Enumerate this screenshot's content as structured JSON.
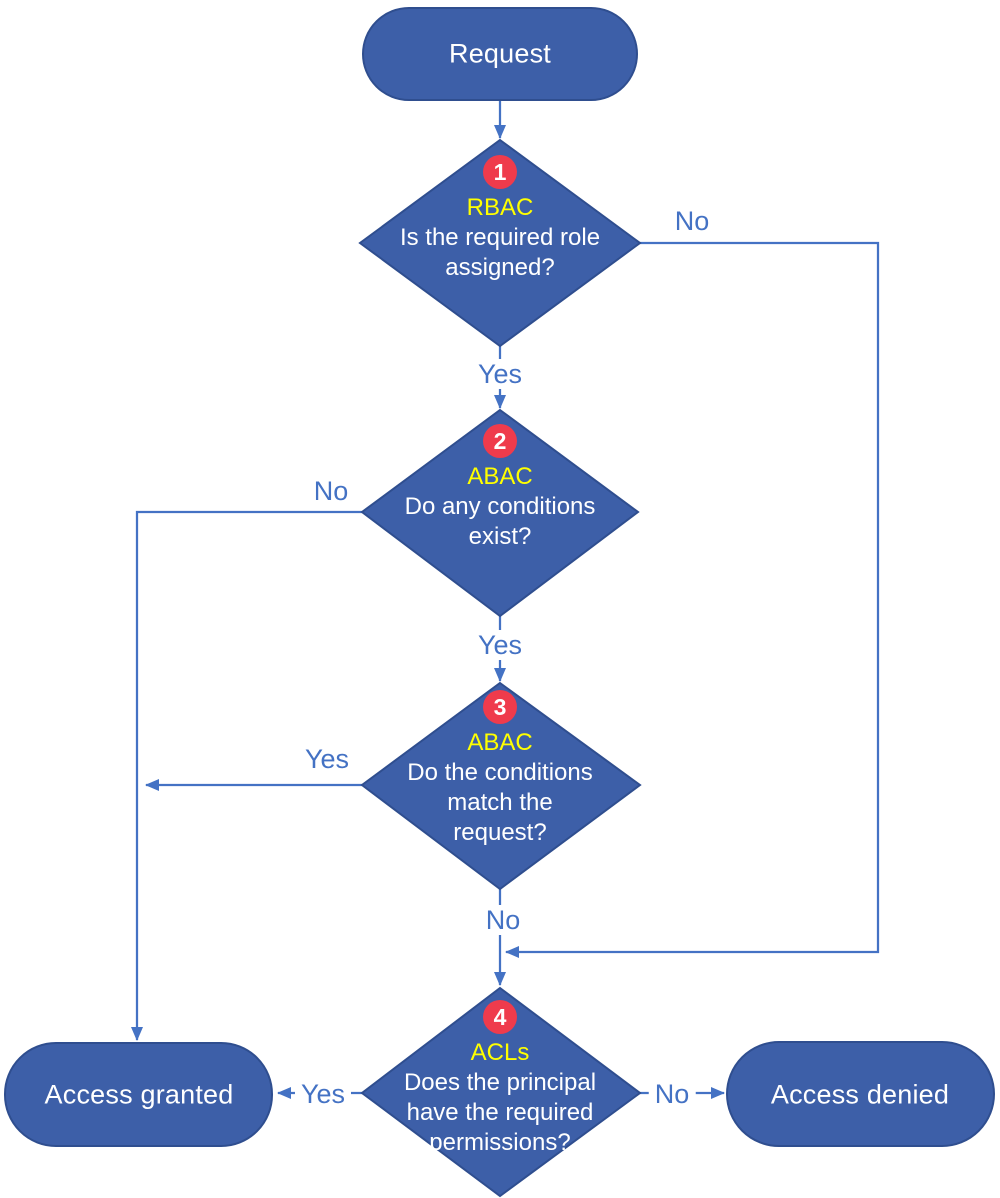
{
  "nodes": {
    "request": {
      "label": "Request"
    },
    "d1": {
      "step": "1",
      "tag": "RBAC",
      "lines": [
        "Is the required role",
        "assigned?"
      ]
    },
    "d2": {
      "step": "2",
      "tag": "ABAC",
      "lines": [
        "Do any conditions",
        "exist?"
      ]
    },
    "d3": {
      "step": "3",
      "tag": "ABAC",
      "lines": [
        "Do the conditions",
        "match the",
        "request?"
      ]
    },
    "d4": {
      "step": "4",
      "tag": "ACLs",
      "lines": [
        "Does the principal",
        "have the required",
        "permissions?"
      ]
    },
    "granted": {
      "label": "Access granted"
    },
    "denied": {
      "label": "Access denied"
    }
  },
  "edge_labels": {
    "d1_no": "No",
    "d1_yes": "Yes",
    "d2_no": "No",
    "d2_yes": "Yes",
    "d3_yes": "Yes",
    "d3_no": "No",
    "d4_yes": "Yes",
    "d4_no": "No"
  },
  "colors": {
    "shape_fill": "#3d5fa8",
    "shape_border": "#2f4e8f",
    "connector": "#4472c4",
    "badge_red": "#ef3b4c",
    "tag_yellow": "#ffff00",
    "node_text": "#ffffff",
    "bg": "#ffffff"
  }
}
